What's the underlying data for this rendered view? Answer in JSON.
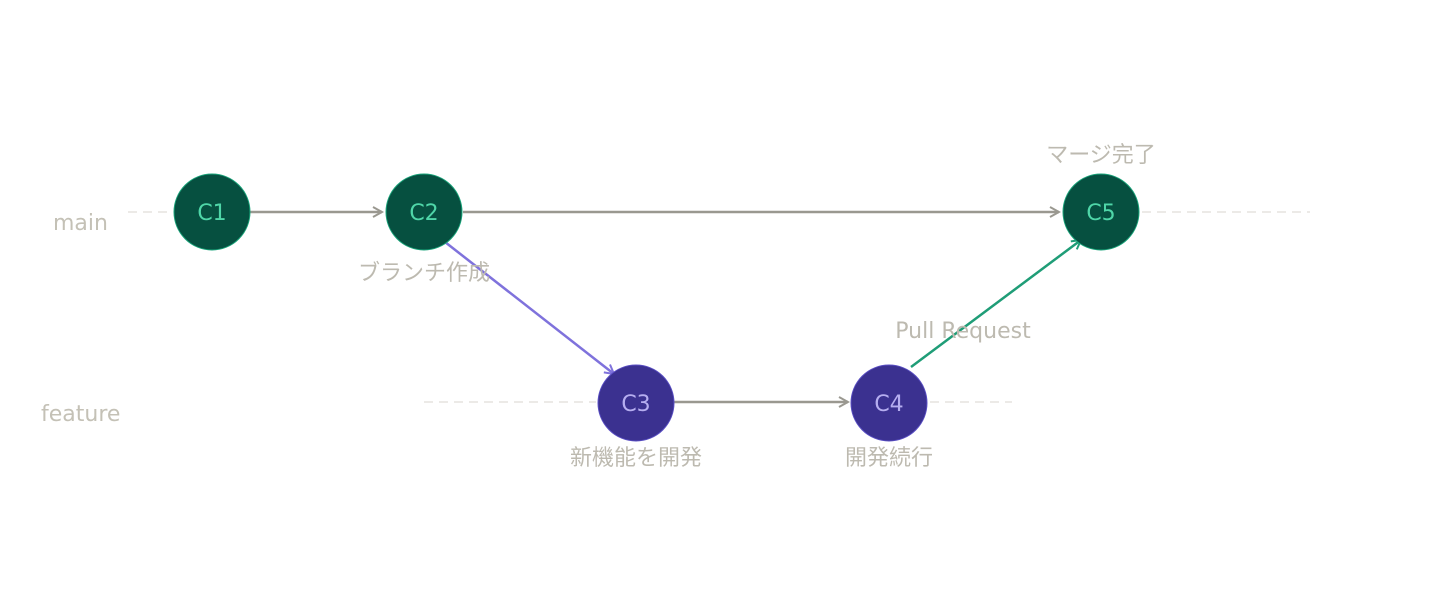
{
  "lanes": {
    "main": "main",
    "feature": "feature"
  },
  "commits": [
    {
      "id": "C1",
      "lane": "main"
    },
    {
      "id": "C2",
      "lane": "main"
    },
    {
      "id": "C3",
      "lane": "feature"
    },
    {
      "id": "C4",
      "lane": "feature"
    },
    {
      "id": "C5",
      "lane": "main"
    }
  ],
  "annotations": {
    "branch_created": "ブランチ作成",
    "develop_feature": "新機能を開発",
    "continue_dev": "開発続行",
    "pull_request": "Pull Request",
    "merge_complete": "マージ完了"
  },
  "colors": {
    "main_fill": "#065040",
    "main_stroke": "#19a57a",
    "main_text": "#4fd6a8",
    "feature_fill": "#3b3190",
    "feature_stroke": "#5a4fc4",
    "feature_text": "#b6aef0",
    "arrow_gray": "#9a9890",
    "branch_arrow": "#7f72dc",
    "merge_arrow": "#1f9d77",
    "lane_dash": "#e6e4df"
  }
}
